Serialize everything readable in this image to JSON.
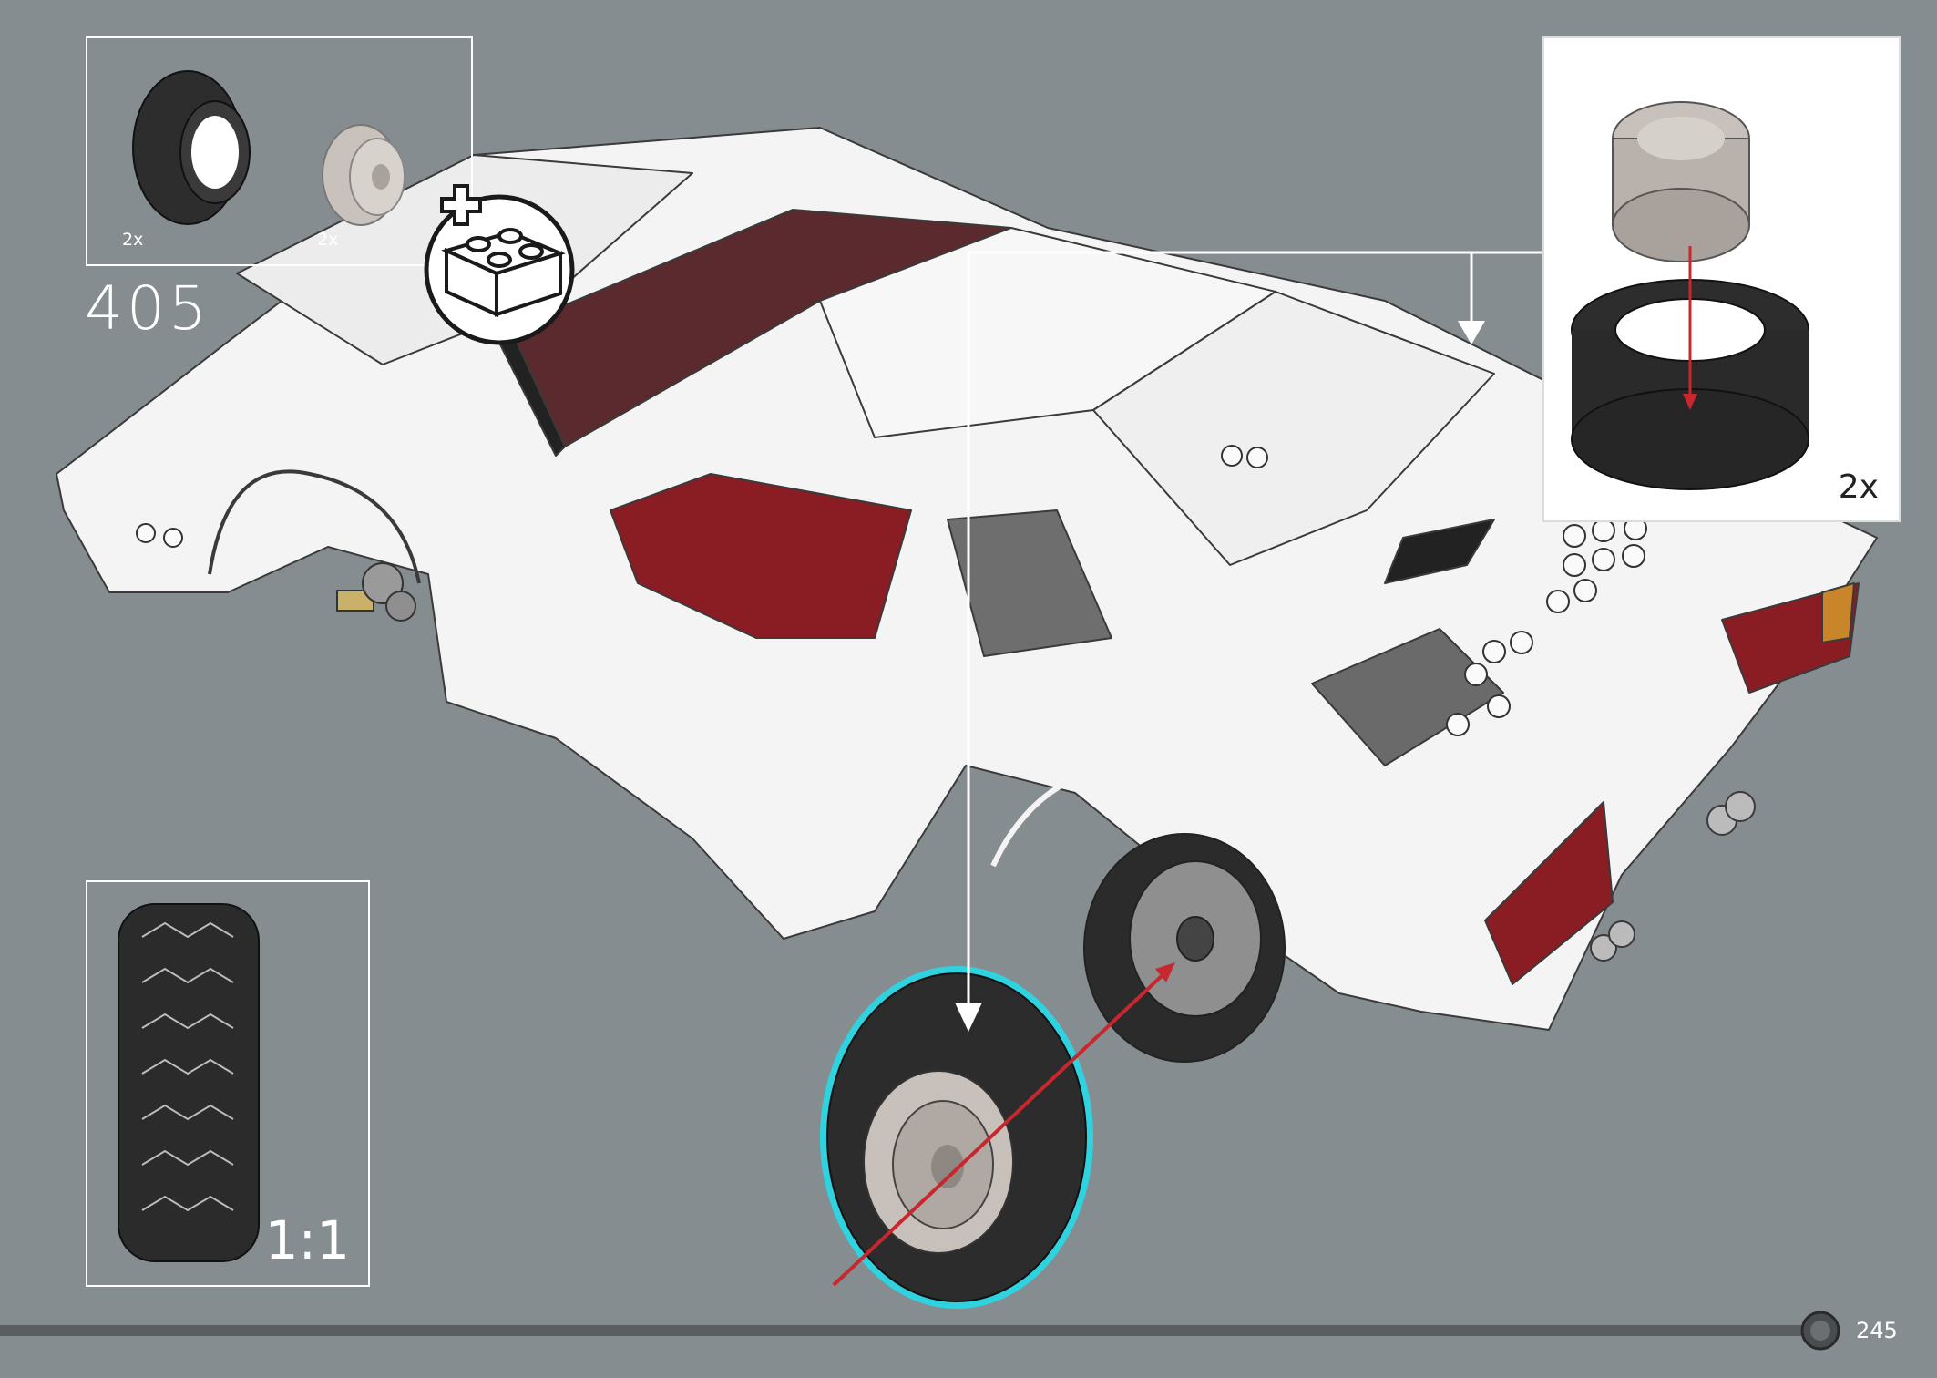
{
  "step": {
    "number": "405"
  },
  "parts_callout": {
    "items": [
      {
        "icon": "tire-icon",
        "quantity": "2x"
      },
      {
        "icon": "rim-icon",
        "quantity": "2x"
      }
    ]
  },
  "subassembly": {
    "quantity": "2x"
  },
  "scale_box": {
    "label": "1:1"
  },
  "footer": {
    "page_number": "245"
  },
  "colors": {
    "background": "#868d90",
    "arrow_red": "#c8272d",
    "highlight_cyan": "#2fd3e0",
    "interior_red": "#8a1c24",
    "body_white": "#f4f4f4"
  }
}
